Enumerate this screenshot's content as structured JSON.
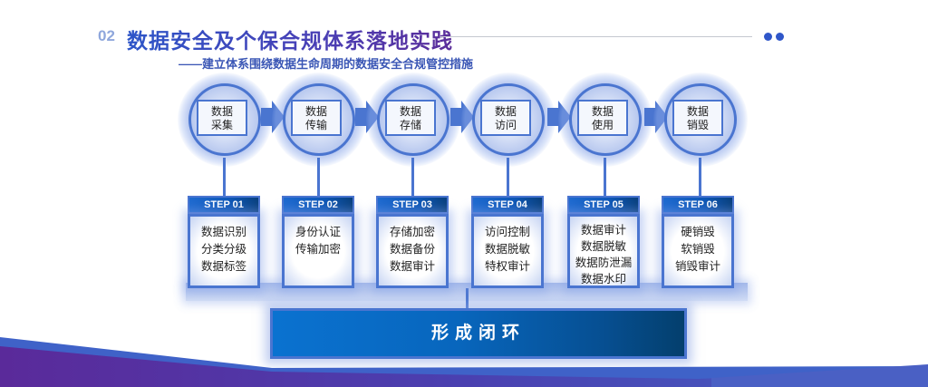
{
  "header": {
    "section_number": "02",
    "title": "数据安全及个保合规体系落地实践",
    "subtitle": "——建立体系围绕数据生命周期的数据安全合规管控措施"
  },
  "lifecycle": [
    {
      "stage_line1": "数据",
      "stage_line2": "采集",
      "step": "STEP 01",
      "measures": [
        "数据识别",
        "分类分级",
        "数据标签"
      ]
    },
    {
      "stage_line1": "数据",
      "stage_line2": "传输",
      "step": "STEP 02",
      "measures": [
        "身份认证",
        "传输加密"
      ]
    },
    {
      "stage_line1": "数据",
      "stage_line2": "存储",
      "step": "STEP 03",
      "measures": [
        "存储加密",
        "数据备份",
        "数据审计"
      ]
    },
    {
      "stage_line1": "数据",
      "stage_line2": "访问",
      "step": "STEP 04",
      "measures": [
        "访问控制",
        "数据脱敏",
        "特权审计"
      ]
    },
    {
      "stage_line1": "数据",
      "stage_line2": "使用",
      "step": "STEP 05",
      "measures": [
        "数据审计",
        "数据脱敏",
        "数据防泄漏",
        "数据水印"
      ]
    },
    {
      "stage_line1": "数据",
      "stage_line2": "销毁",
      "step": "STEP 06",
      "measures": [
        "硬销毁",
        "软销毁",
        "销毁审计"
      ]
    }
  ],
  "result": {
    "label": "形成闭环"
  },
  "colors": {
    "accent_blue": "#4a75d0",
    "title_start": "#2d55c8",
    "title_end": "#5b2d9a",
    "step_dark": "#09407d",
    "loop_start": "#0a72d0",
    "loop_end": "#043f6d"
  }
}
